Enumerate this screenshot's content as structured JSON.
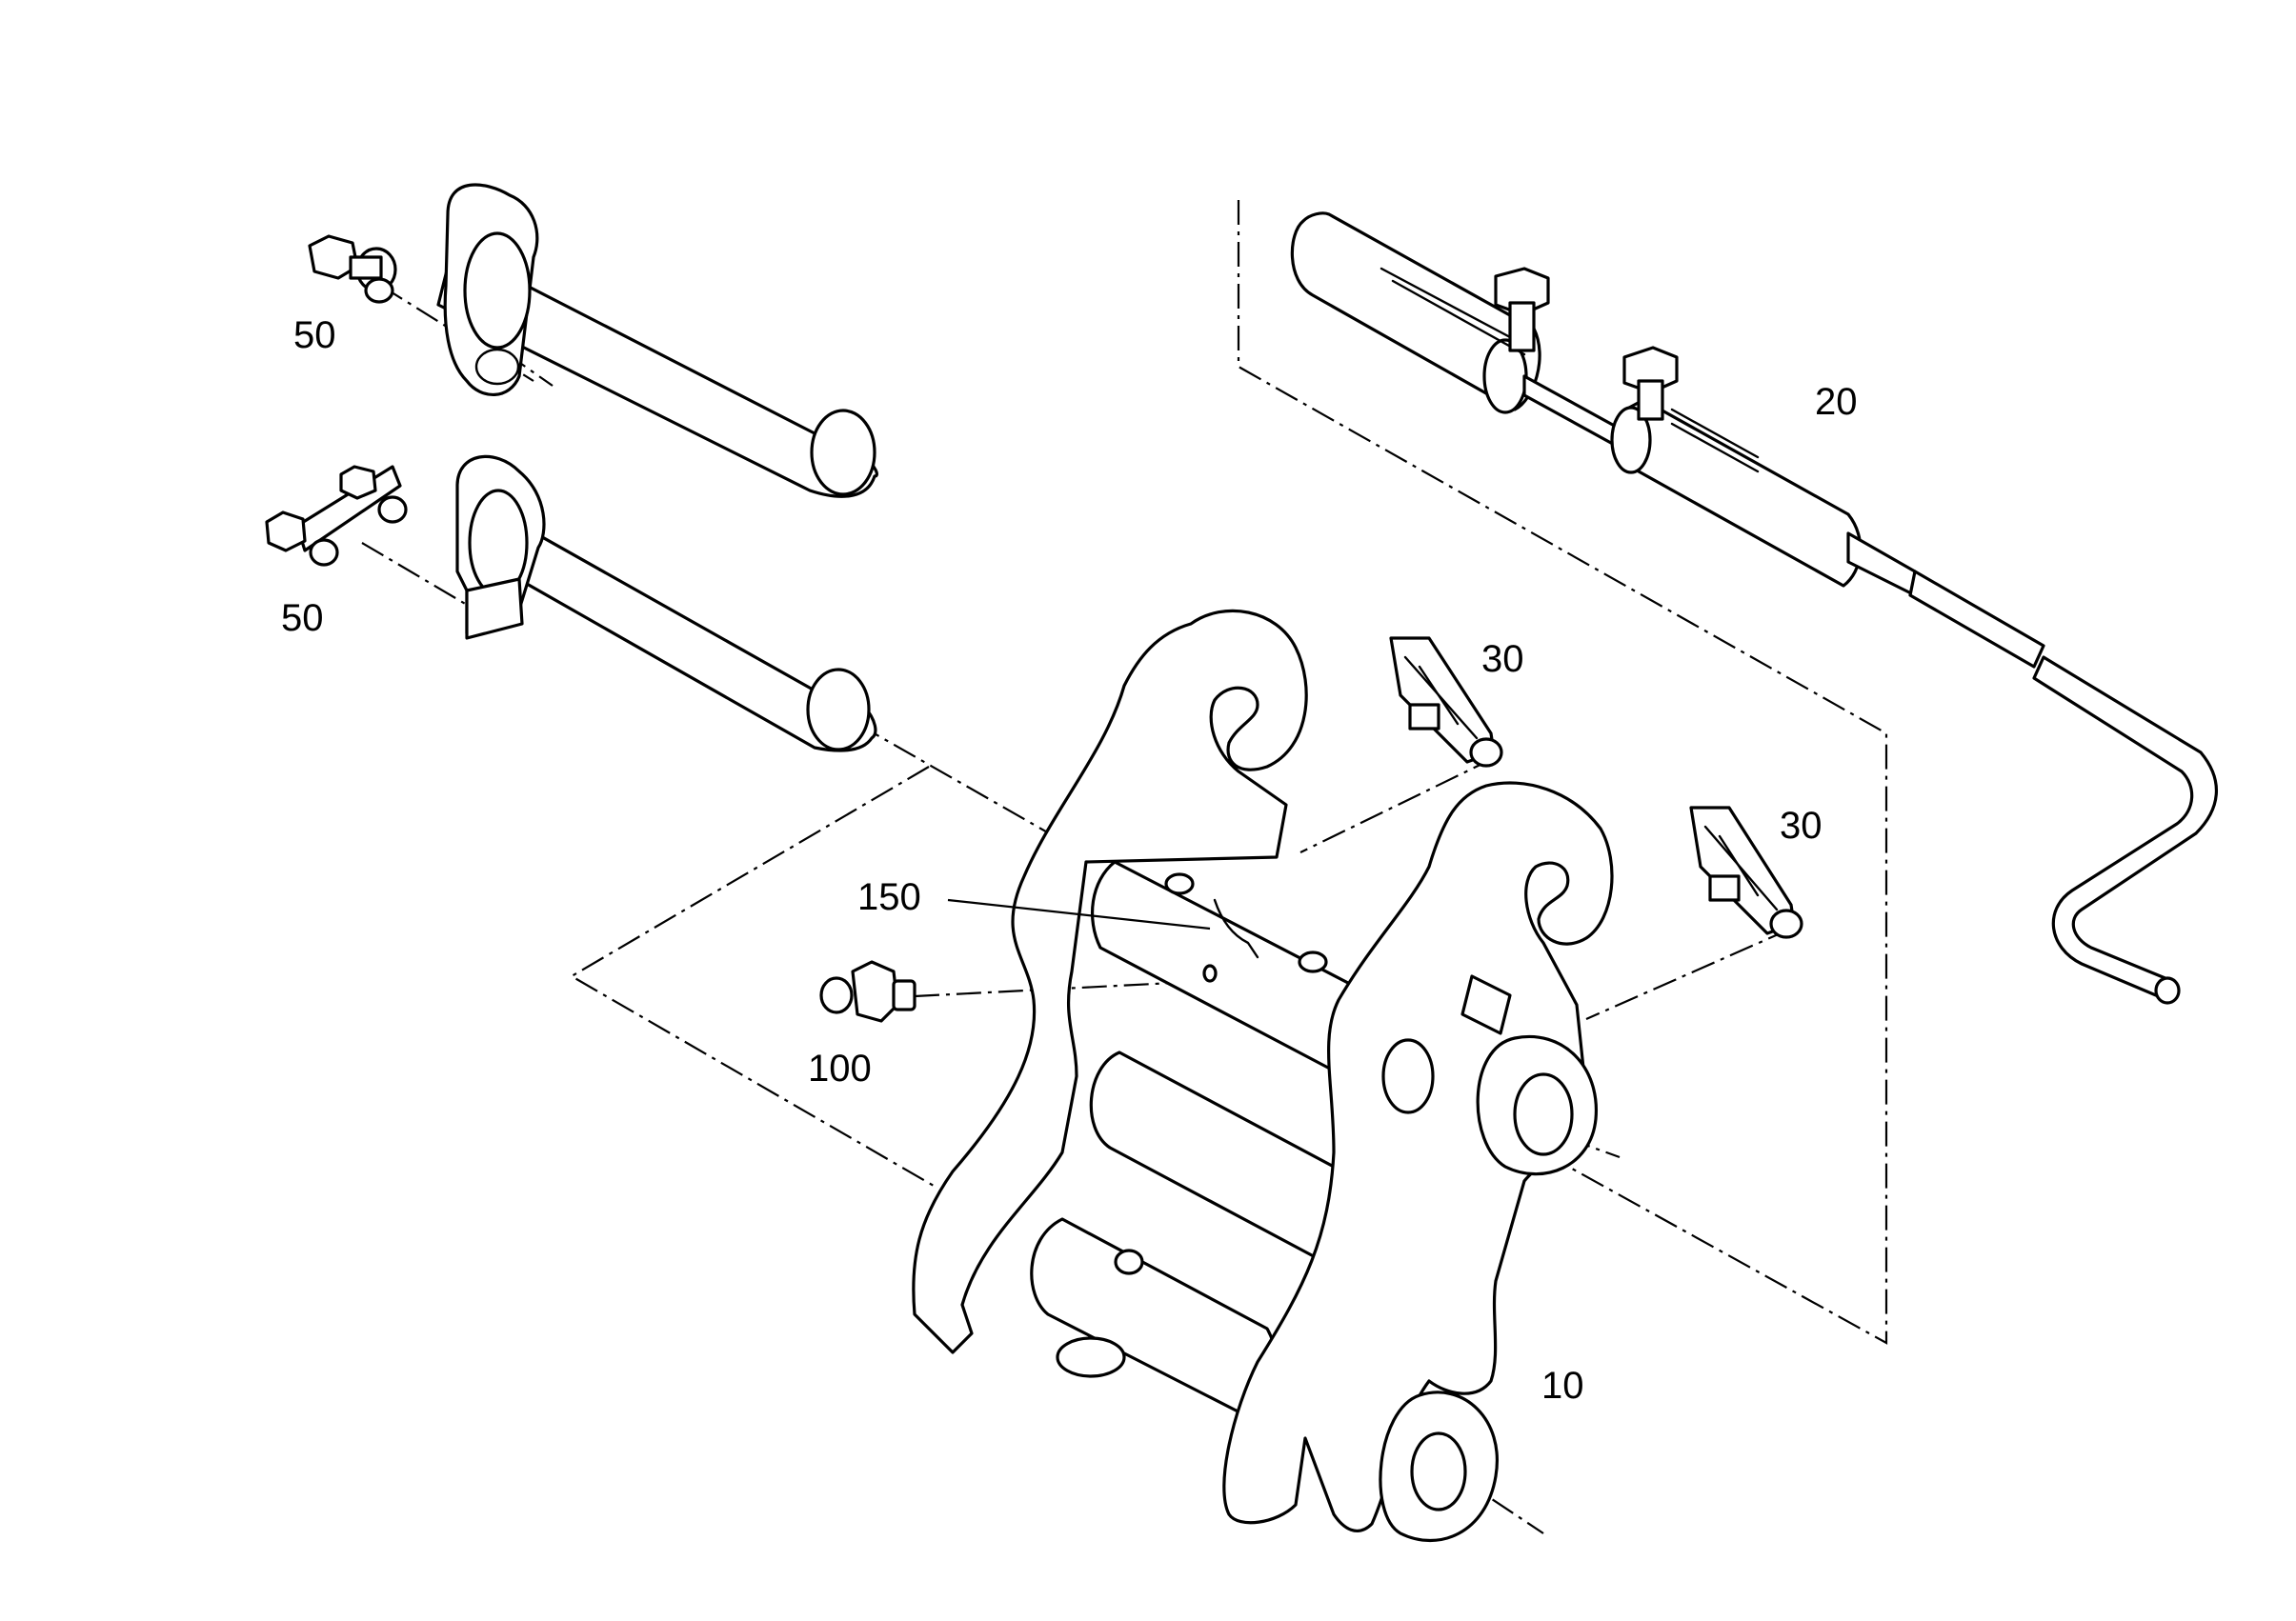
{
  "callouts": [
    {
      "id": "pin-upper-bolts",
      "label": "50"
    },
    {
      "id": "pin-lower-bolts",
      "label": "50"
    },
    {
      "id": "spindle",
      "label": "20"
    },
    {
      "id": "clip-upper",
      "label": "30"
    },
    {
      "id": "clip-lower",
      "label": "30"
    },
    {
      "id": "shaft",
      "label": "150"
    },
    {
      "id": "grease-nipple",
      "label": "100"
    },
    {
      "id": "frame",
      "label": "10"
    }
  ],
  "colors": {
    "line": "#000000",
    "background": "#ffffff"
  }
}
